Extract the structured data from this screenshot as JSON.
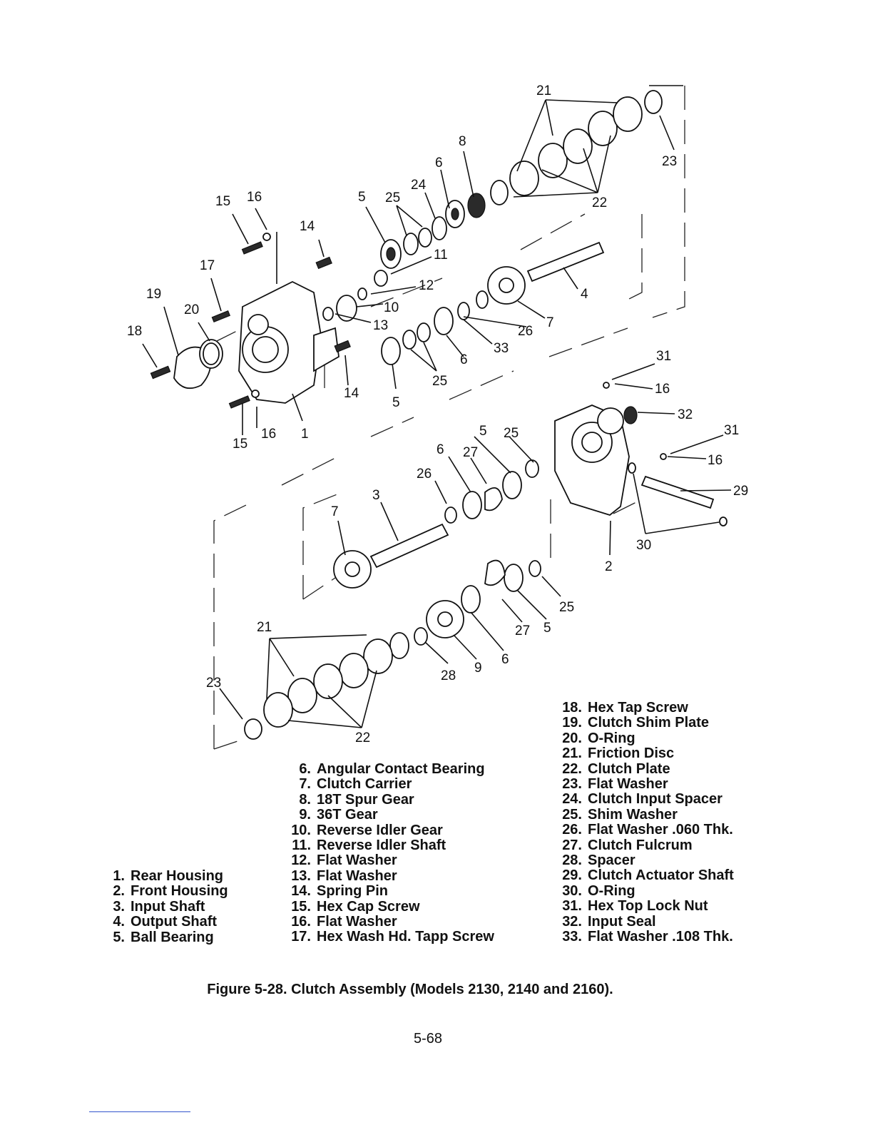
{
  "callouts": [
    "21",
    "23",
    "22",
    "8",
    "6",
    "24",
    "25",
    "5",
    "15",
    "16",
    "14",
    "11",
    "12",
    "10",
    "13",
    "17",
    "19",
    "20",
    "18",
    "4",
    "7",
    "26",
    "33",
    "6",
    "25",
    "5",
    "14",
    "1",
    "15",
    "16",
    "31",
    "16",
    "32",
    "31",
    "16",
    "29",
    "5",
    "25",
    "6",
    "27",
    "26",
    "3",
    "7",
    "30",
    "2",
    "25",
    "5",
    "27",
    "6",
    "9",
    "28",
    "21",
    "23",
    "22"
  ],
  "legend": {
    "col1": [
      {
        "num": "1.",
        "label": "Rear Housing"
      },
      {
        "num": "2.",
        "label": "Front Housing"
      },
      {
        "num": "3.",
        "label": "Input Shaft"
      },
      {
        "num": "4.",
        "label": "Output Shaft"
      },
      {
        "num": "5.",
        "label": "Ball Bearing"
      }
    ],
    "col2": [
      {
        "num": "6.",
        "label": "Angular Contact Bearing"
      },
      {
        "num": "7.",
        "label": "Clutch Carrier"
      },
      {
        "num": "8.",
        "label": "18T Spur Gear"
      },
      {
        "num": "9.",
        "label": "36T Gear"
      },
      {
        "num": "10.",
        "label": "Reverse Idler Gear"
      },
      {
        "num": "11.",
        "label": "Reverse Idler Shaft"
      },
      {
        "num": "12.",
        "label": "Flat Washer"
      },
      {
        "num": "13.",
        "label": "Flat Washer"
      },
      {
        "num": "14.",
        "label": "Spring Pin"
      },
      {
        "num": "15.",
        "label": "Hex Cap Screw"
      },
      {
        "num": "16.",
        "label": "Flat Washer"
      },
      {
        "num": "17.",
        "label": "Hex Wash Hd. Tapp Screw"
      }
    ],
    "col3": [
      {
        "num": "18.",
        "label": "Hex Tap Screw"
      },
      {
        "num": "19.",
        "label": "Clutch Shim Plate"
      },
      {
        "num": "20.",
        "label": "O-Ring"
      },
      {
        "num": "21.",
        "label": "Friction Disc"
      },
      {
        "num": "22.",
        "label": "Clutch Plate"
      },
      {
        "num": "23.",
        "label": "Flat Washer"
      },
      {
        "num": "24.",
        "label": "Clutch Input Spacer"
      },
      {
        "num": "25.",
        "label": "Shim Washer"
      },
      {
        "num": "26.",
        "label": "Flat Washer .060 Thk."
      },
      {
        "num": "27.",
        "label": "Clutch Fulcrum"
      },
      {
        "num": "28.",
        "label": "Spacer"
      },
      {
        "num": "29.",
        "label": "Clutch Actuator Shaft"
      },
      {
        "num": "30.",
        "label": "O-Ring"
      },
      {
        "num": "31.",
        "label": "Hex Top Lock Nut"
      },
      {
        "num": "32.",
        "label": "Input Seal"
      },
      {
        "num": "33.",
        "label": "Flat Washer .108 Thk."
      }
    ]
  },
  "caption": "Figure 5-28.  Clutch Assembly (Models 2130, 2140 and 2160).",
  "page_number": "5-68"
}
